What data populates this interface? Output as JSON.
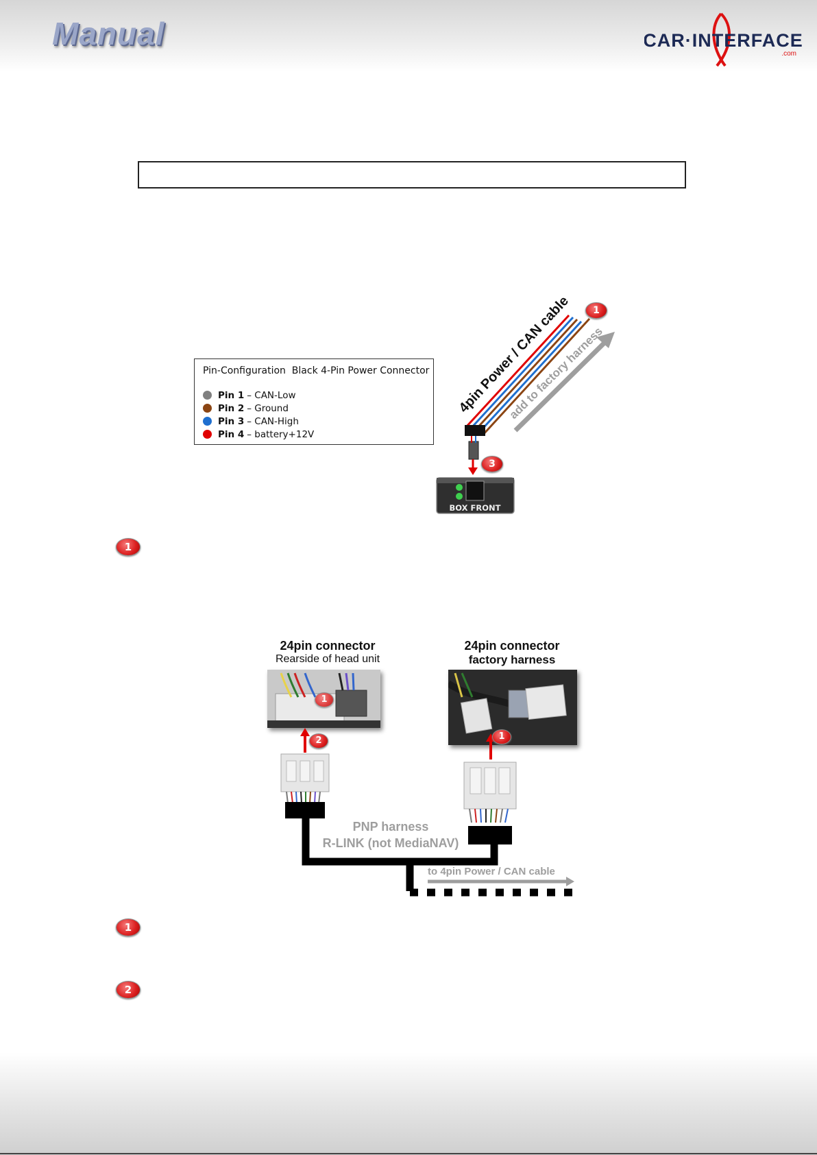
{
  "header": {
    "title": "Manual",
    "logo_text": "CAR INTERFACE",
    "logo_sub": ".com"
  },
  "pin_config": {
    "title": "Pin-Configuration  Black 4-Pin Power Connector",
    "pins": [
      {
        "num": "Pin 1",
        "desc": " – CAN-Low",
        "color": "#808080"
      },
      {
        "num": "Pin 2",
        "desc": " – Ground",
        "color": "#8b4513"
      },
      {
        "num": "Pin 3",
        "desc": " – CAN-High",
        "color": "#1f6fcf"
      },
      {
        "num": "Pin 4",
        "desc": " – battery+12V",
        "color": "#e00000"
      }
    ]
  },
  "diagram1": {
    "cable_label": "4pin Power / CAN cable",
    "arrow_label": "add to factory harness",
    "box_label": "BOX FRONT",
    "badge_cable": "1",
    "badge_box": "3"
  },
  "diagram2": {
    "left_title": "24pin connector",
    "left_sub": "Rearside of head unit",
    "right_title": "24pin connector",
    "right_sub": "factory harness",
    "harness_title": "PNP harness",
    "harness_sub": "R-LINK  (not MediaNAV)",
    "to_cable": "to 4pin Power / CAN cable",
    "badge_left_photo": "1",
    "badge_left_arrow": "2",
    "badge_right": "1"
  },
  "steps": {
    "step1_top": "1",
    "step1_bottom": "1",
    "step2_bottom": "2"
  },
  "colors": {
    "accent_red": "#e00000",
    "brown": "#8b4513",
    "blue": "#1f6fcf",
    "grey": "#999999"
  }
}
